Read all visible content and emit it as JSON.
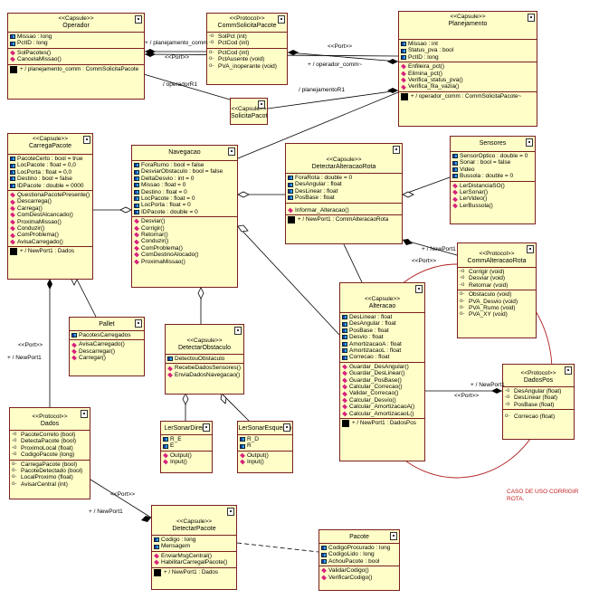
{
  "boxes": {
    "operador": {
      "stereotype": "<<Capsule>>",
      "name": "Operador",
      "attributes": [
        "Missao : long",
        "PctID : long"
      ],
      "operations": [
        "SolPacotes()",
        "CancelaMissao()"
      ],
      "port": "+ / planejamento_comm : CommSolicitaPacote"
    },
    "comm_solicita": {
      "stereotype": "<<Protocol>>",
      "name": "CommSolicitaPacote",
      "in_signals": [
        "SolPct (int)",
        "PctCod (int)"
      ],
      "out_signals": [
        "PctCod (int)",
        "PctAusente (void)",
        "PVA_inoperante (void)"
      ]
    },
    "planejamento": {
      "stereotype": "<<Capsule>>",
      "name": "Planejamento",
      "attributes": [
        "Missao : int",
        "Status_pva : bool",
        "PctID : long"
      ],
      "operations": [
        "Enfileira_pct()",
        "Elimina_pct()",
        "Verifica_status_pva()",
        "Verifica_fila_vazia()"
      ],
      "port": "+ / operador_comm : CommSolicitaPacote~"
    },
    "solicita_pacote": {
      "stereotype": "<<Capsule>>",
      "name": "SolicitaPacote"
    },
    "carrega_pacote": {
      "stereotype": "<<Capsule>>",
      "name": "CarregaPacote",
      "attributes": [
        "PacoteCerto : bool = true",
        "LocPacote : float = 0,0",
        "LocPorta : float = 0,0",
        "Destino : bool = false",
        "IDPacote : double = 0000"
      ],
      "operations": [
        "QuestionaPacotePresente()",
        "Descarrega()",
        "Carrega()",
        "ComDestAlcancado()",
        "ProximaMissao()",
        "Conduzir()",
        "ComProblema()",
        "AvisaCarregado()"
      ],
      "port": "+ / NewPort1 : Dados"
    },
    "navegacao": {
      "name": "Navegacao",
      "attributes": [
        "ForaRumo : bool = false",
        "DesviarObstaculo : bool = false",
        "DeltaDesvio : int = 0",
        "Missao : float = 0",
        "Destino : float = 0",
        "LocPacote : float = 0",
        "LocPorta : float = 0",
        "IDPacote : double = 0"
      ],
      "operations": [
        "Desviar()",
        "Corrigir()",
        "Retornar()",
        "Conduzir()",
        "ComProblema()",
        "ComDestinoAlocado()",
        "ProximaMissao()"
      ]
    },
    "detectar_alteracao": {
      "stereotype": "<<Capsule>>",
      "name": "DetectarAlteracaoRota",
      "attributes": [
        "ForaRota : double = 0",
        "DesAngular : float",
        "DesLinear : float",
        "PosBase : float"
      ],
      "operations": [
        "Informar_Alteracao()"
      ],
      "port": "+ / NewPort1 : CommAlteracaoRota"
    },
    "sensores": {
      "name": "Sensores",
      "attributes": [
        "SensorOptico : double = 0",
        "Sonar : bool = false",
        "Video",
        "Bussola : double = 0"
      ],
      "operations": [
        "LerDistanciaSO()",
        "LerSonar()",
        "LerVideo()",
        "LerBussola()"
      ]
    },
    "comm_alteracao": {
      "stereotype": "<<Protocol>>",
      "name": "CommAlteracaoRota",
      "in_signals": [
        "Corrigir (void)",
        "Desviar (void)",
        "Retornar (void)"
      ],
      "out_signals": [
        "Obstaculo (void)",
        "PVA_Desvio (void)",
        "PVA_Rumo (void)",
        "PVA_XY (void)"
      ]
    },
    "pallet": {
      "name": "Pallet",
      "attributes": [
        "PacotesCarregados"
      ],
      "operations": [
        "AvisaCarregado()",
        "Descarregar()",
        "Carregar()"
      ]
    },
    "detectar_obstaculo": {
      "stereotype": "<<Capsule>>",
      "name": "DetectarObstaculo",
      "attributes": [
        "DetectouObstaculo"
      ],
      "operations": [
        "RecebeDadosSensores()",
        "EnviaDadosNavegacao()"
      ]
    },
    "alteracao": {
      "stereotype": "<<Capsule>>",
      "name": "Alteracao",
      "attributes": [
        "DesLinear : float",
        "DesAngular : float",
        "PosBase : float",
        "Desvio : float",
        "AmortizacaoA : float",
        "AmortizacaoL : float",
        "Correcao : float"
      ],
      "operations": [
        "Guardar_DesAngular()",
        "Guardar_DesLinear()",
        "Guardar_PosBase()",
        "Calcular_Correcao()",
        "Validar_Correcao()",
        "Calcular_Desvio()",
        "Calcular_AmortizacaoA()",
        "Calcular_AmortizacaoL()"
      ],
      "port": "+ / NewPort1 : DadosPos"
    },
    "dados_pos": {
      "stereotype": "<<Protocol>>",
      "name": "DadosPos",
      "in_signals": [
        "DesAngular (float)",
        "DesLinear (float)",
        "PosBase (float)"
      ],
      "out_signals": [
        "Correcao (float)"
      ]
    },
    "ler_sonar_direito": {
      "name": "LerSonarDireito",
      "attributes": [
        "R_E",
        "E"
      ],
      "operations": [
        "Output()",
        "Input()"
      ]
    },
    "ler_sonar_esquerdo": {
      "name": "LerSonarEsquerdo",
      "attributes": [
        "R_D",
        "R"
      ],
      "operations": [
        "Output()",
        "Input()"
      ]
    },
    "dados": {
      "stereotype": "<<Protocol>>",
      "name": "Dados",
      "in_signals": [
        "PacoteCorreto (bool)",
        "DetectaPacote (bool)",
        "ProximoLocal (float)",
        "CodigoPacote (long)"
      ],
      "out_signals": [
        "CarregaPacote (bool)",
        "PacoteDetectado (bool)",
        "LocalProximo (float)",
        "AvisarCentral (int)"
      ]
    },
    "detectar_pacote": {
      "stereotype": "<<Capsule>>",
      "name": "DetectarPacote",
      "attributes": [
        "Codigo : long",
        "Mensagem"
      ],
      "operations": [
        "EnviarMsgCentral()",
        "HabilitarCarregalPacote()"
      ],
      "port": "+ / NewPort1 : Dados"
    },
    "pacote": {
      "name": "Pacote",
      "attributes": [
        "CodigoProcurado : long",
        "CodigoLido : long",
        "AchouPacote : bool"
      ],
      "operations": [
        "ValidarCodigo()",
        "VerificarCodigo()"
      ]
    }
  },
  "edge_labels": {
    "op_comm": "+ / planejamento_comm",
    "port1": "<<Port>>",
    "port2": "<<Port>>",
    "plan_opcomm": "+ / operador_comm~",
    "operadorR1": "/ operadorR1",
    "planejamentoR1": "/ planejamentoR1",
    "port_alt": "<<Port>>",
    "newport_alt": "+ / NewPort1",
    "port_pos": "<<Port>>",
    "newport_pos": "+ / NewPort1",
    "port_dados": "<<Port>>",
    "newport_dados": "+ / NewPort1",
    "port_dp": "<<Port>>",
    "newport_dp": "+ / NewPort1"
  },
  "note": "CASO DE USO CORRIGIR ROTA.",
  "colors": {
    "box_fill": "#fffec8",
    "box_border": "#7a1f1f",
    "note": "#c42020",
    "ellipse": "#b02020"
  }
}
